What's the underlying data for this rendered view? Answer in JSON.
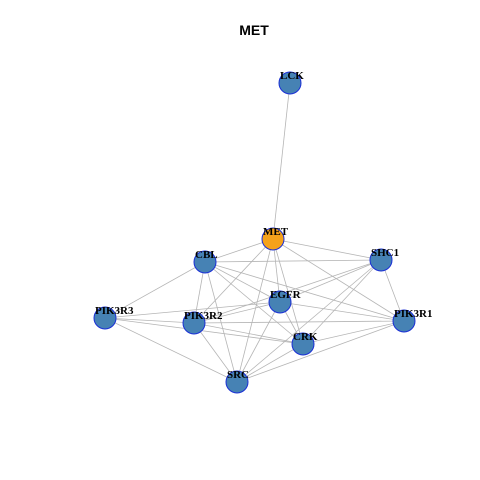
{
  "title": "MET",
  "colors": {
    "center": "#f5a21b",
    "node": "#4682b4",
    "node_border": "#1a2fd6",
    "edge": "#b5b5b5"
  },
  "nodes": [
    {
      "id": "LCK",
      "label": "LCK",
      "center": false
    },
    {
      "id": "MET",
      "label": "MET",
      "center": true
    },
    {
      "id": "CBL",
      "label": "CBL",
      "center": false
    },
    {
      "id": "SHC1",
      "label": "SHC1",
      "center": false
    },
    {
      "id": "EGFR",
      "label": "EGFR",
      "center": false
    },
    {
      "id": "PIK3R3",
      "label": "PIK3R3",
      "center": false
    },
    {
      "id": "PIK3R2",
      "label": "PIK3R2",
      "center": false
    },
    {
      "id": "PIK3R1",
      "label": "PIK3R1",
      "center": false
    },
    {
      "id": "CRK",
      "label": "CRK",
      "center": false
    },
    {
      "id": "SRC",
      "label": "SRC",
      "center": false
    }
  ],
  "edges": [
    [
      "LCK",
      "MET"
    ],
    [
      "MET",
      "CBL"
    ],
    [
      "MET",
      "SHC1"
    ],
    [
      "MET",
      "EGFR"
    ],
    [
      "MET",
      "PIK3R2"
    ],
    [
      "MET",
      "PIK3R1"
    ],
    [
      "MET",
      "CRK"
    ],
    [
      "MET",
      "SRC"
    ],
    [
      "CBL",
      "SHC1"
    ],
    [
      "CBL",
      "EGFR"
    ],
    [
      "CBL",
      "PIK3R3"
    ],
    [
      "CBL",
      "PIK3R2"
    ],
    [
      "CBL",
      "PIK3R1"
    ],
    [
      "CBL",
      "CRK"
    ],
    [
      "CBL",
      "SRC"
    ],
    [
      "SHC1",
      "EGFR"
    ],
    [
      "SHC1",
      "PIK3R1"
    ],
    [
      "SHC1",
      "CRK"
    ],
    [
      "SHC1",
      "PIK3R2"
    ],
    [
      "SHC1",
      "SRC"
    ],
    [
      "EGFR",
      "PIK3R3"
    ],
    [
      "EGFR",
      "PIK3R2"
    ],
    [
      "EGFR",
      "PIK3R1"
    ],
    [
      "EGFR",
      "CRK"
    ],
    [
      "EGFR",
      "SRC"
    ],
    [
      "PIK3R3",
      "PIK3R2"
    ],
    [
      "PIK3R3",
      "CRK"
    ],
    [
      "PIK3R3",
      "SRC"
    ],
    [
      "PIK3R2",
      "PIK3R1"
    ],
    [
      "PIK3R2",
      "CRK"
    ],
    [
      "PIK3R2",
      "SRC"
    ],
    [
      "PIK3R1",
      "CRK"
    ],
    [
      "PIK3R1",
      "SRC"
    ],
    [
      "CRK",
      "SRC"
    ]
  ]
}
